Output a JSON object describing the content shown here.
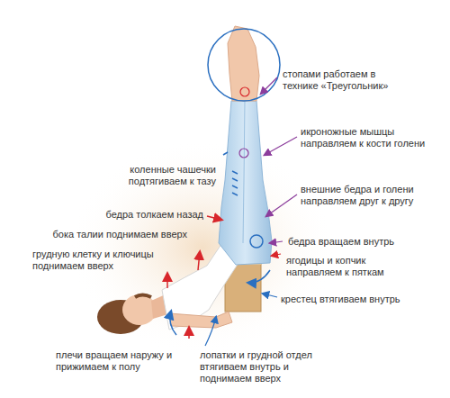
{
  "diagram": {
    "labels": [
      "стопами работаем в технике «Треугольник»",
      "икроножные мышцы направляем к кости голени",
      "коленные чашечки подтягиваем к тазу",
      "внешние бедра и голени направляем друг к другу",
      "бедра толкаем назад",
      "бока талии поднимаем вверх",
      "бедра вращаем внутрь",
      "грудную клетку и ключицы поднимаем вверх",
      "ягодицы и копчик направляем к пяткам",
      "крестец втягиваем внутрь",
      "плечи вращаем наружу и прижимаем к полу",
      "лопатки и грудной отдел втягиваем внутрь и поднимаем вверх"
    ]
  }
}
